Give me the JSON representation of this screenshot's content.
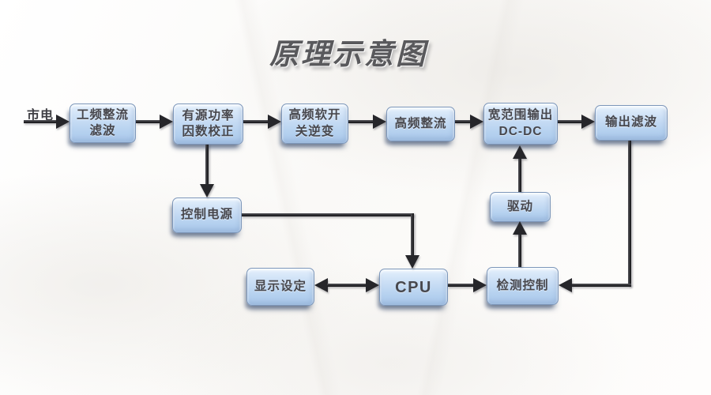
{
  "title": "原理示意图",
  "input_label": "市电",
  "nodes": {
    "mains_rectifier": {
      "label": "工频整流\n滤波"
    },
    "pfc": {
      "label": "有源功率\n因数校正"
    },
    "hf_inverter": {
      "label": "高频软开\n关逆变"
    },
    "hf_rectifier": {
      "label": "高频整流"
    },
    "wide_dcdc": {
      "label": "宽范围输出\nDC-DC"
    },
    "output_filter": {
      "label": "输出滤波"
    },
    "control_power": {
      "label": "控制电源"
    },
    "driver": {
      "label": "驱动"
    },
    "display_setting": {
      "label": "显示设定"
    },
    "cpu": {
      "label": "CPU"
    },
    "detection_control": {
      "label": "检测控制"
    }
  },
  "edges": [
    {
      "from": "市电",
      "to": "工频整流滤波",
      "dir": "forward"
    },
    {
      "from": "工频整流滤波",
      "to": "有源功率因数校正",
      "dir": "forward"
    },
    {
      "from": "有源功率因数校正",
      "to": "高频软开关逆变",
      "dir": "forward"
    },
    {
      "from": "高频软开关逆变",
      "to": "高频整流",
      "dir": "forward"
    },
    {
      "from": "高频整流",
      "to": "宽范围输出DC-DC",
      "dir": "forward"
    },
    {
      "from": "宽范围输出DC-DC",
      "to": "输出滤波",
      "dir": "forward"
    },
    {
      "from": "有源功率因数校正",
      "to": "控制电源",
      "dir": "forward"
    },
    {
      "from": "控制电源",
      "to": "CPU",
      "dir": "forward"
    },
    {
      "from": "显示设定",
      "to": "CPU",
      "dir": "both"
    },
    {
      "from": "CPU",
      "to": "检测控制",
      "dir": "forward"
    },
    {
      "from": "检测控制",
      "to": "驱动",
      "dir": "forward"
    },
    {
      "from": "驱动",
      "to": "宽范围输出DC-DC",
      "dir": "forward"
    },
    {
      "from": "输出滤波",
      "to": "检测控制",
      "dir": "forward"
    }
  ],
  "colors": {
    "box_fill_top": "#e4f0fc",
    "box_fill_bottom": "#abc9ec",
    "box_border": "#7d97ba",
    "box_text": "#47474d",
    "arrow": "#26262a",
    "title_text": "#59595c",
    "background": "#faf9f7"
  }
}
